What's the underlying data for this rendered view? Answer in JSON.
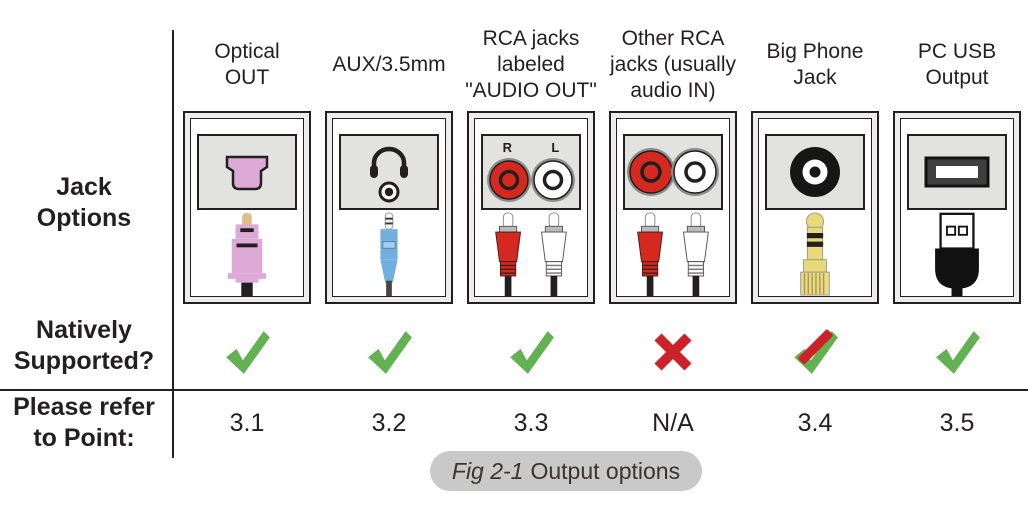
{
  "figure": {
    "caption_fig": "Fig 2-1",
    "caption_text": "Output options"
  },
  "row_labels": {
    "jack_options": "Jack\nOptions",
    "natively_supported": "Natively\nSupported?",
    "refer_point": "Please refer\nto Point:"
  },
  "columns": [
    {
      "id": "optical",
      "header": "Optical\nOUT",
      "supported": "yes",
      "point": "3.1"
    },
    {
      "id": "aux",
      "header": "AUX/3.5mm",
      "supported": "yes",
      "point": "3.2"
    },
    {
      "id": "rca_out",
      "header": "RCA jacks\nlabeled\n\"AUDIO OUT\"",
      "supported": "yes",
      "point": "3.3",
      "port_labels": [
        "R",
        "L"
      ]
    },
    {
      "id": "rca_in",
      "header": "Other RCA\njacks (usually\naudio IN)",
      "supported": "no",
      "point": "N/A"
    },
    {
      "id": "phone",
      "header": "Big Phone\nJack",
      "supported": "partial",
      "point": "3.4"
    },
    {
      "id": "usb",
      "header": "PC USB\nOutput",
      "supported": "yes",
      "point": "3.5"
    }
  ],
  "colors": {
    "check_green": "#62b152",
    "cross_red": "#cc2229",
    "optical_pink": "#dda9d6",
    "aux_blue": "#72aede",
    "rca_red": "#d5281e",
    "phone_gold": "#e8da79",
    "panel_gray": "#e2e2e0",
    "caption_pill_gray": "#c9c9c9",
    "line_black": "#231f20"
  }
}
